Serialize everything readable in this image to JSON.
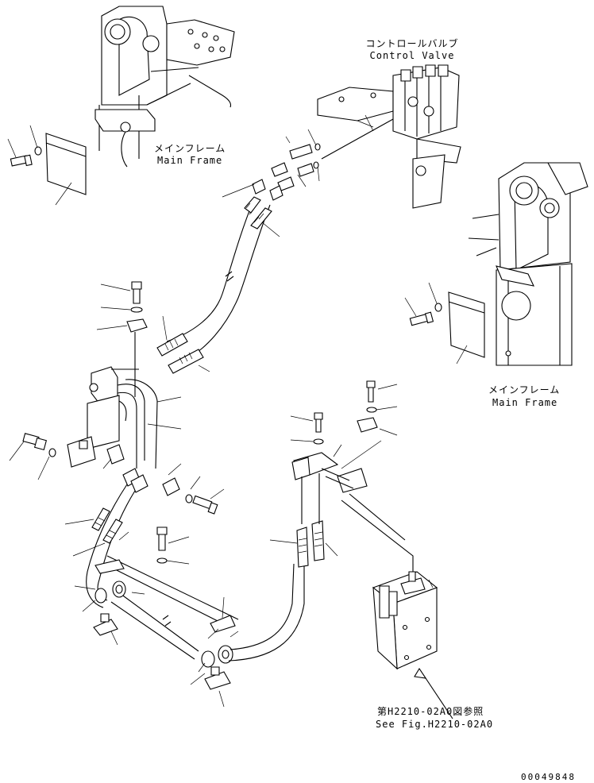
{
  "labels": {
    "control_valve_jp": "コントロールバルブ",
    "control_valve_en": "Control Valve",
    "main_frame_1_jp": "メインフレーム",
    "main_frame_1_en": "Main Frame",
    "main_frame_2_jp": "メインフレーム",
    "main_frame_2_en": "Main Frame",
    "see_fig_jp": "第H2210-02A0図参照",
    "see_fig_en": "See Fig.H2210-02A0",
    "drawing_number": "00049848"
  }
}
